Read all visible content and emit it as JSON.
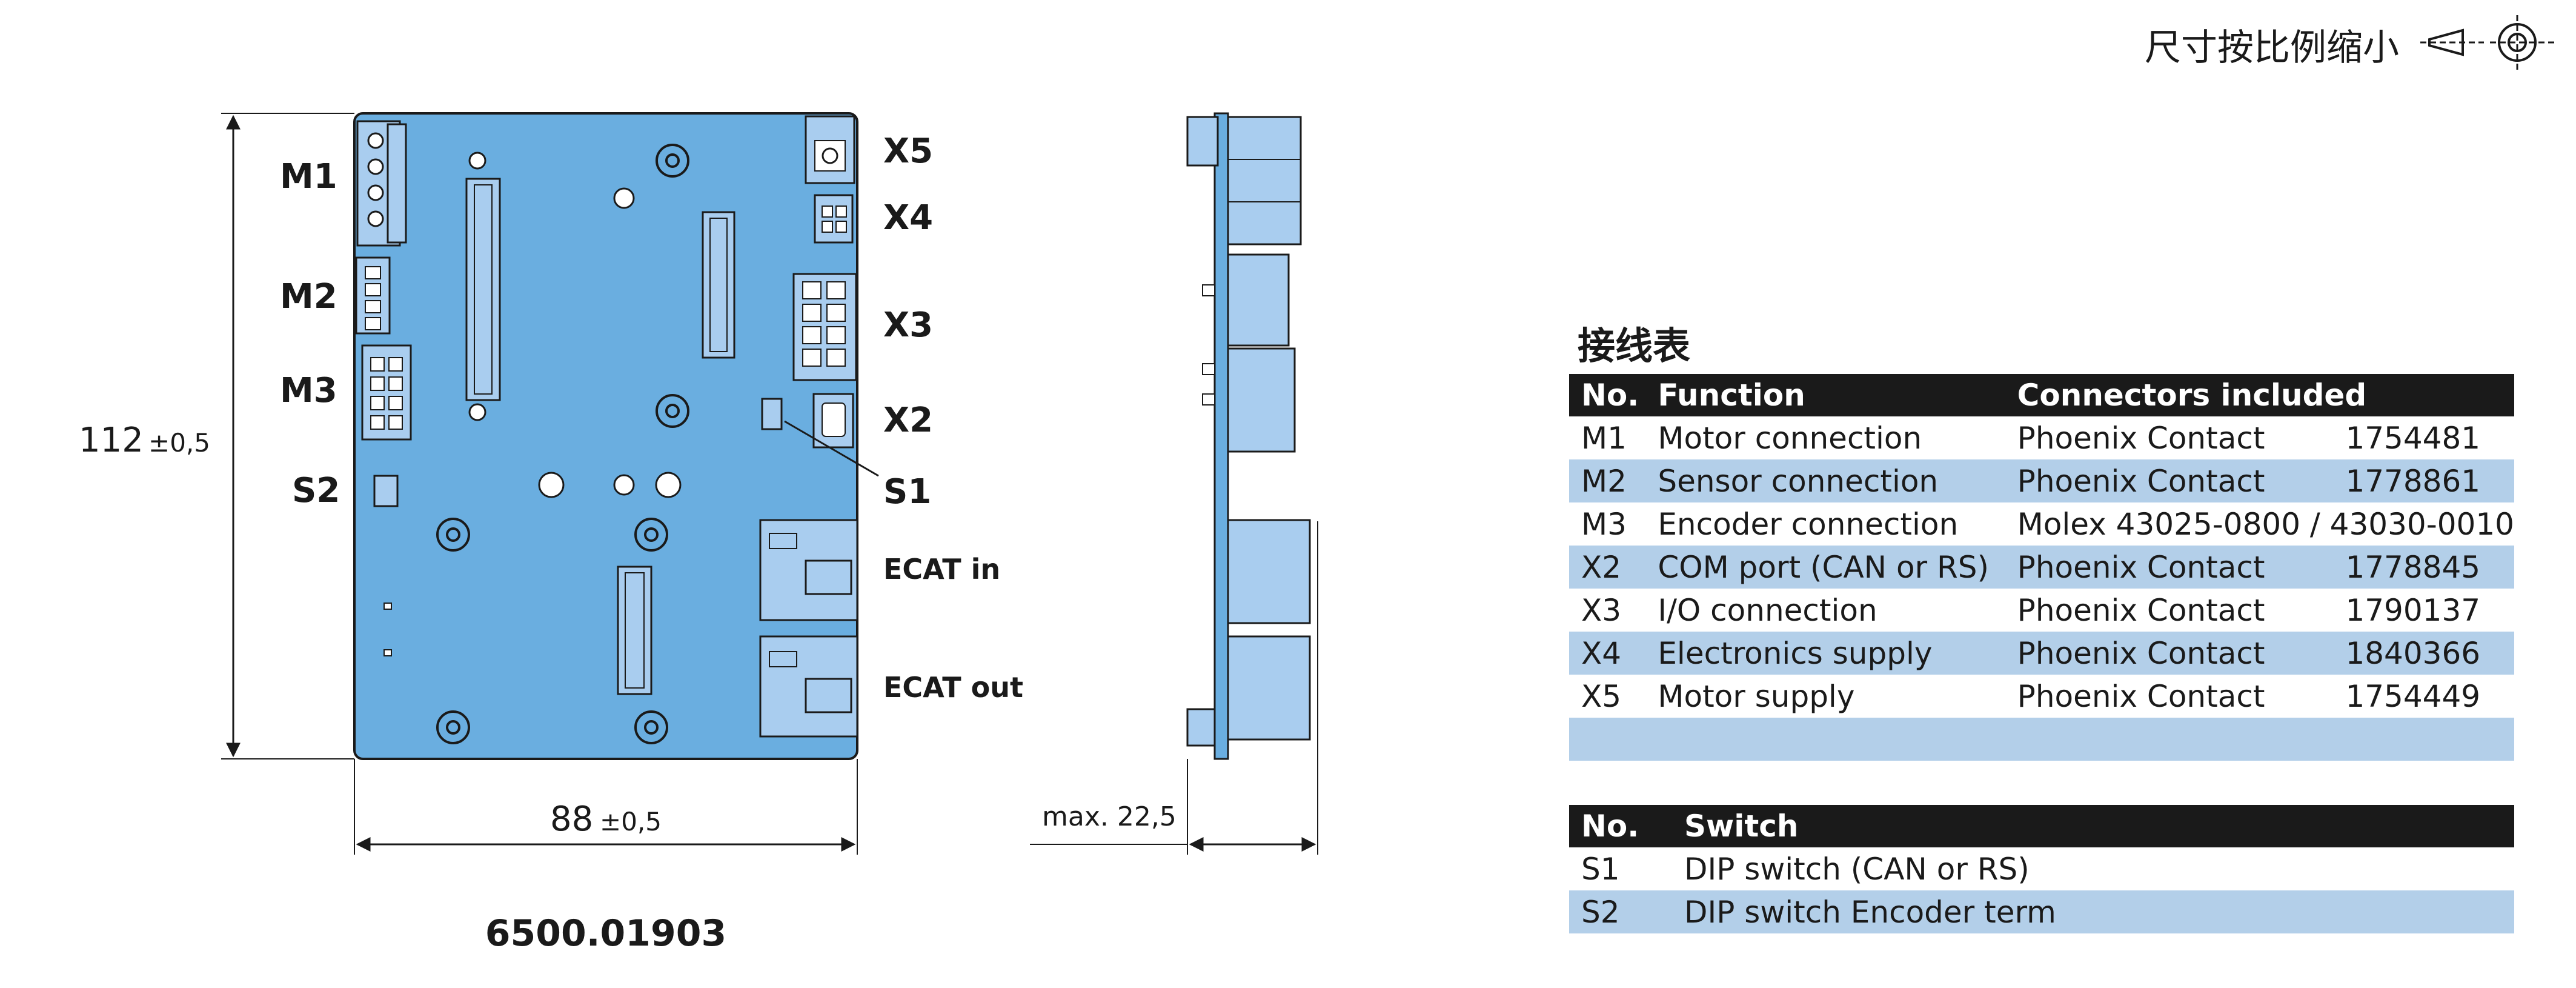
{
  "header": {
    "scale_title": "尺寸按比例缩小",
    "scale_icon": "projection-symbol-icon"
  },
  "drawing": {
    "front_labels": {
      "m1": "M1",
      "m2": "M2",
      "m3": "M3",
      "s2": "S2",
      "x5": "X5",
      "x4": "X4",
      "x3": "X3",
      "x2": "X2",
      "s1": "S1",
      "ecat_in": "ECAT in",
      "ecat_out": "ECAT out"
    },
    "dim_height": "112",
    "dim_height_tol": "±0,5",
    "dim_width": "88",
    "dim_width_tol": "±0,5",
    "side_dim": "max. 22,5",
    "part_number": "6500.01903",
    "colors": {
      "board": "#6aaee0",
      "connector": "#a9cdef",
      "line": "#1a1a1a"
    }
  },
  "wiring": {
    "title": "接线表",
    "headers": [
      "No.",
      "Function",
      "Connectors included"
    ],
    "rows": [
      {
        "no": "M1",
        "function": "Motor connection",
        "maker": "Phoenix Contact",
        "part": "1754481"
      },
      {
        "no": "M2",
        "function": "Sensor connection",
        "maker": "Phoenix Contact",
        "part": "1778861"
      },
      {
        "no": "M3",
        "function": "Encoder connection",
        "maker": "Molex 43025-0800 / 43030-0010",
        "part": ""
      },
      {
        "no": "X2",
        "function": "COM port (CAN or RS)",
        "maker": "Phoenix Contact",
        "part": "1778845"
      },
      {
        "no": "X3",
        "function": "I/O connection",
        "maker": "Phoenix Contact",
        "part": "1790137"
      },
      {
        "no": "X4",
        "function": "Electronics supply",
        "maker": "Phoenix Contact",
        "part": "1840366"
      },
      {
        "no": "X5",
        "function": "Motor supply",
        "maker": "Phoenix Contact",
        "part": "1754449"
      }
    ]
  },
  "switches": {
    "headers": [
      "No.",
      "Switch"
    ],
    "rows": [
      {
        "no": "S1",
        "function": "DIP switch (CAN or RS)"
      },
      {
        "no": "S2",
        "function": "DIP switch Encoder term"
      }
    ]
  }
}
